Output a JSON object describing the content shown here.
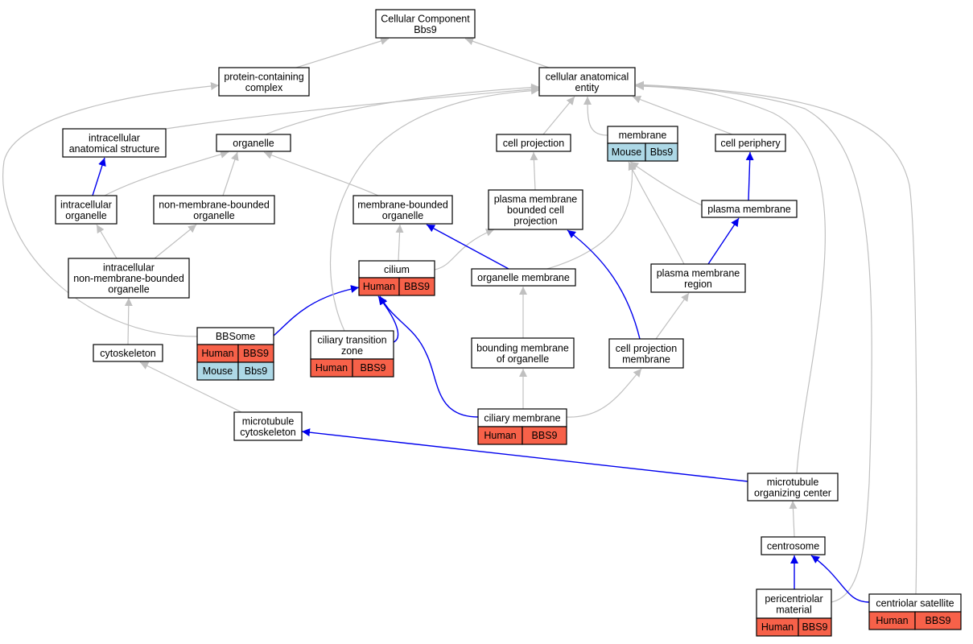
{
  "colors": {
    "gray_edge": "#c0c0c0",
    "blue_edge": "#0000ee",
    "human_fill": "#f76149",
    "mouse_fill": "#add8e6",
    "node_border": "#000000"
  },
  "nodes": [
    {
      "id": "cellular-component",
      "lines": [
        "Cellular Component",
        "Bbs9"
      ]
    },
    {
      "id": "protein-containing-complex",
      "lines": [
        "protein-containing",
        "complex"
      ]
    },
    {
      "id": "cellular-anatomical-entity",
      "lines": [
        "cellular anatomical",
        "entity"
      ]
    },
    {
      "id": "intracellular-anatomical-structure",
      "lines": [
        "intracellular",
        "anatomical structure"
      ]
    },
    {
      "id": "organelle",
      "lines": [
        "organelle"
      ]
    },
    {
      "id": "cell-projection",
      "lines": [
        "cell projection"
      ]
    },
    {
      "id": "membrane",
      "lines": [
        "membrane"
      ],
      "annotations": [
        {
          "species": "Mouse",
          "gene": "Bbs9"
        }
      ]
    },
    {
      "id": "cell-periphery",
      "lines": [
        "cell periphery"
      ]
    },
    {
      "id": "intracellular-organelle",
      "lines": [
        "intracellular",
        "organelle"
      ]
    },
    {
      "id": "non-membrane-bounded-organelle",
      "lines": [
        "non-membrane-bounded",
        "organelle"
      ]
    },
    {
      "id": "membrane-bounded-organelle",
      "lines": [
        "membrane-bounded",
        "organelle"
      ]
    },
    {
      "id": "plasma-membrane-bounded-cell-projection",
      "lines": [
        "plasma membrane",
        "bounded cell",
        "projection"
      ]
    },
    {
      "id": "plasma-membrane",
      "lines": [
        "plasma membrane"
      ]
    },
    {
      "id": "intracellular-non-membrane-bounded-organelle",
      "lines": [
        "intracellular",
        "non-membrane-bounded",
        "organelle"
      ]
    },
    {
      "id": "cilium",
      "lines": [
        "cilium"
      ],
      "annotations": [
        {
          "species": "Human",
          "gene": "BBS9"
        }
      ]
    },
    {
      "id": "organelle-membrane",
      "lines": [
        "organelle membrane"
      ]
    },
    {
      "id": "plasma-membrane-region",
      "lines": [
        "plasma membrane",
        "region"
      ]
    },
    {
      "id": "bbsome",
      "lines": [
        "BBSome"
      ],
      "annotations": [
        {
          "species": "Human",
          "gene": "BBS9"
        },
        {
          "species": "Mouse",
          "gene": "Bbs9"
        }
      ]
    },
    {
      "id": "ciliary-transition-zone",
      "lines": [
        "ciliary transition",
        "zone"
      ],
      "annotations": [
        {
          "species": "Human",
          "gene": "BBS9"
        }
      ]
    },
    {
      "id": "cytoskeleton",
      "lines": [
        "cytoskeleton"
      ]
    },
    {
      "id": "bounding-membrane-of-organelle",
      "lines": [
        "bounding membrane",
        "of organelle"
      ]
    },
    {
      "id": "cell-projection-membrane",
      "lines": [
        "cell projection",
        "membrane"
      ]
    },
    {
      "id": "microtubule-cytoskeleton",
      "lines": [
        "microtubule",
        "cytoskeleton"
      ]
    },
    {
      "id": "ciliary-membrane",
      "lines": [
        "ciliary membrane"
      ],
      "annotations": [
        {
          "species": "Human",
          "gene": "BBS9"
        }
      ]
    },
    {
      "id": "microtubule-organizing-center",
      "lines": [
        "microtubule",
        "organizing center"
      ]
    },
    {
      "id": "centrosome",
      "lines": [
        "centrosome"
      ]
    },
    {
      "id": "pericentriolar-material",
      "lines": [
        "pericentriolar",
        "material"
      ],
      "annotations": [
        {
          "species": "Human",
          "gene": "BBS9"
        }
      ]
    },
    {
      "id": "centriolar-satellite",
      "lines": [
        "centriolar satellite"
      ],
      "annotations": [
        {
          "species": "Human",
          "gene": "BBS9"
        }
      ]
    }
  ],
  "edges": [
    {
      "from": "protein-containing-complex",
      "to": "cellular-component",
      "relation": "is_a"
    },
    {
      "from": "cellular-anatomical-entity",
      "to": "cellular-component",
      "relation": "is_a"
    },
    {
      "from": "intracellular-anatomical-structure",
      "to": "cellular-anatomical-entity",
      "relation": "is_a"
    },
    {
      "from": "organelle",
      "to": "cellular-anatomical-entity",
      "relation": "is_a"
    },
    {
      "from": "cell-projection",
      "to": "cellular-anatomical-entity",
      "relation": "is_a"
    },
    {
      "from": "membrane",
      "to": "cellular-anatomical-entity",
      "relation": "is_a"
    },
    {
      "from": "cell-periphery",
      "to": "cellular-anatomical-entity",
      "relation": "is_a"
    },
    {
      "from": "intracellular-organelle",
      "to": "intracellular-anatomical-structure",
      "relation": "part_of"
    },
    {
      "from": "intracellular-organelle",
      "to": "organelle",
      "relation": "is_a"
    },
    {
      "from": "non-membrane-bounded-organelle",
      "to": "organelle",
      "relation": "is_a"
    },
    {
      "from": "membrane-bounded-organelle",
      "to": "organelle",
      "relation": "is_a"
    },
    {
      "from": "plasma-membrane-bounded-cell-projection",
      "to": "cell-projection",
      "relation": "is_a"
    },
    {
      "from": "plasma-membrane",
      "to": "membrane",
      "relation": "is_a"
    },
    {
      "from": "plasma-membrane",
      "to": "cell-periphery",
      "relation": "part_of"
    },
    {
      "from": "intracellular-non-membrane-bounded-organelle",
      "to": "intracellular-organelle",
      "relation": "is_a"
    },
    {
      "from": "intracellular-non-membrane-bounded-organelle",
      "to": "non-membrane-bounded-organelle",
      "relation": "is_a"
    },
    {
      "from": "cilium",
      "to": "membrane-bounded-organelle",
      "relation": "is_a"
    },
    {
      "from": "cilium",
      "to": "plasma-membrane-bounded-cell-projection",
      "relation": "is_a"
    },
    {
      "from": "organelle-membrane",
      "to": "membrane-bounded-organelle",
      "relation": "part_of"
    },
    {
      "from": "organelle-membrane",
      "to": "membrane",
      "relation": "is_a"
    },
    {
      "from": "plasma-membrane-region",
      "to": "membrane",
      "relation": "is_a"
    },
    {
      "from": "plasma-membrane-region",
      "to": "plasma-membrane",
      "relation": "part_of"
    },
    {
      "from": "bbsome",
      "to": "protein-containing-complex",
      "relation": "is_a"
    },
    {
      "from": "bbsome",
      "to": "cilium",
      "relation": "part_of"
    },
    {
      "from": "ciliary-transition-zone",
      "to": "cellular-anatomical-entity",
      "relation": "is_a"
    },
    {
      "from": "ciliary-transition-zone",
      "to": "cilium",
      "relation": "part_of"
    },
    {
      "from": "cytoskeleton",
      "to": "intracellular-non-membrane-bounded-organelle",
      "relation": "is_a"
    },
    {
      "from": "bounding-membrane-of-organelle",
      "to": "organelle-membrane",
      "relation": "is_a"
    },
    {
      "from": "cell-projection-membrane",
      "to": "plasma-membrane-region",
      "relation": "is_a"
    },
    {
      "from": "cell-projection-membrane",
      "to": "plasma-membrane-bounded-cell-projection",
      "relation": "part_of"
    },
    {
      "from": "microtubule-cytoskeleton",
      "to": "cytoskeleton",
      "relation": "is_a"
    },
    {
      "from": "ciliary-membrane",
      "to": "bounding-membrane-of-organelle",
      "relation": "is_a"
    },
    {
      "from": "ciliary-membrane",
      "to": "cell-projection-membrane",
      "relation": "is_a"
    },
    {
      "from": "ciliary-membrane",
      "to": "cilium",
      "relation": "part_of"
    },
    {
      "from": "microtubule-organizing-center",
      "to": "cellular-anatomical-entity",
      "relation": "is_a"
    },
    {
      "from": "microtubule-organizing-center",
      "to": "microtubule-cytoskeleton",
      "relation": "part_of"
    },
    {
      "from": "centrosome",
      "to": "microtubule-organizing-center",
      "relation": "is_a"
    },
    {
      "from": "pericentriolar-material",
      "to": "cellular-anatomical-entity",
      "relation": "is_a"
    },
    {
      "from": "pericentriolar-material",
      "to": "centrosome",
      "relation": "part_of"
    },
    {
      "from": "centriolar-satellite",
      "to": "cellular-anatomical-entity",
      "relation": "is_a"
    },
    {
      "from": "centriolar-satellite",
      "to": "centrosome",
      "relation": "part_of"
    }
  ]
}
